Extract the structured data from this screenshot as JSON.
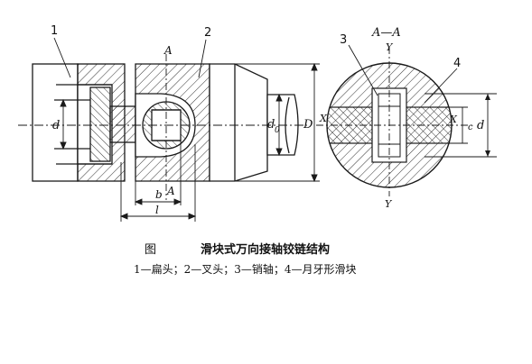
{
  "figure": {
    "word": "图",
    "title": "滑块式万向接轴铰链结构",
    "legend": "1—扁头；2—叉头；3—销轴；4—月牙形滑块"
  },
  "labels": {
    "part1": "1",
    "part2": "2",
    "part3": "3",
    "part4": "4",
    "section_mark_top": "A",
    "section_mark_bottom": "A",
    "section_title": "A—A",
    "y_top": "Y",
    "y_bottom": "Y",
    "x_axis": "X",
    "x_axis_c": "X",
    "c_sub": "c",
    "dim_d_left": "d",
    "dim_d0": "d",
    "d0_sub": "0",
    "dim_D": "D",
    "dim_d_right": "d",
    "dim_b": "b",
    "dim_l": "l"
  },
  "colors": {
    "ink": "#1a1a1a",
    "hatch": "#333333"
  }
}
